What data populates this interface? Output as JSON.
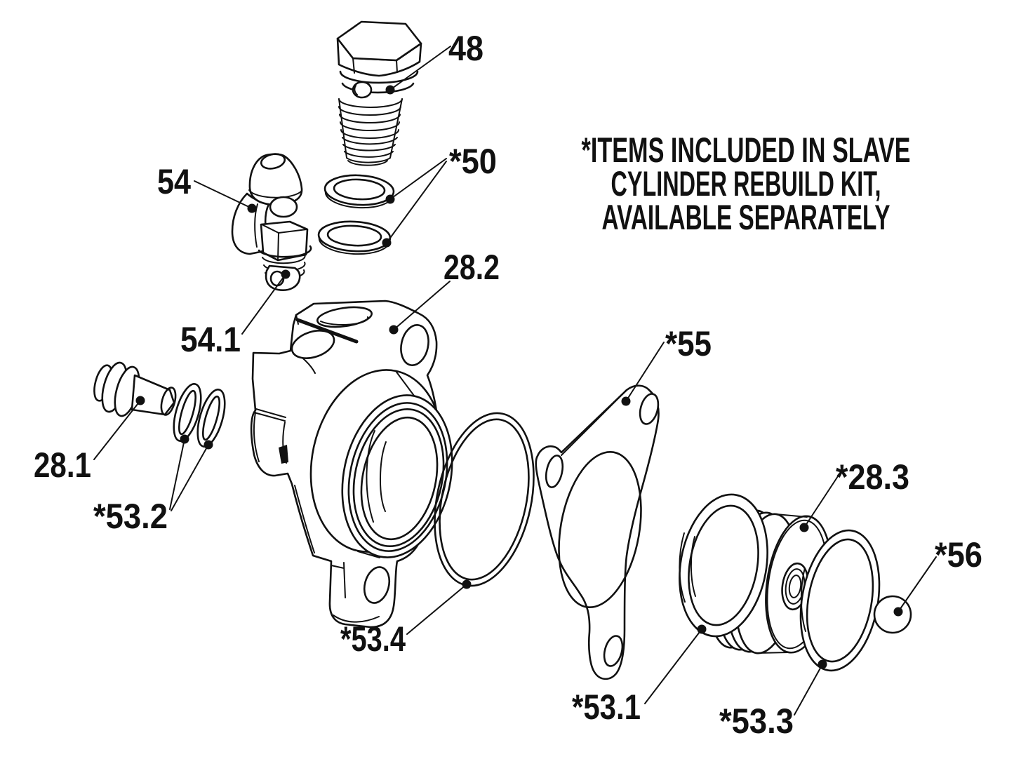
{
  "note": {
    "line1": "*ITEMS INCLUDED IN SLAVE",
    "line2": "CYLINDER REBUILD KIT,",
    "line3": "AVAILABLE SEPARATELY"
  },
  "labels": {
    "p48": "48",
    "p50": "*50",
    "p54": "54",
    "p54_1": "54.1",
    "p28_2": "28.2",
    "p28_1": "28.1",
    "p53_2": "*53.2",
    "p53_4": "*53.4",
    "p55": "*55",
    "p53_1": "*53.1",
    "p28_3": "*28.3",
    "p56": "*56",
    "p53_3": "*53.3"
  },
  "colors": {
    "ink": "#111111",
    "background": "#ffffff"
  }
}
